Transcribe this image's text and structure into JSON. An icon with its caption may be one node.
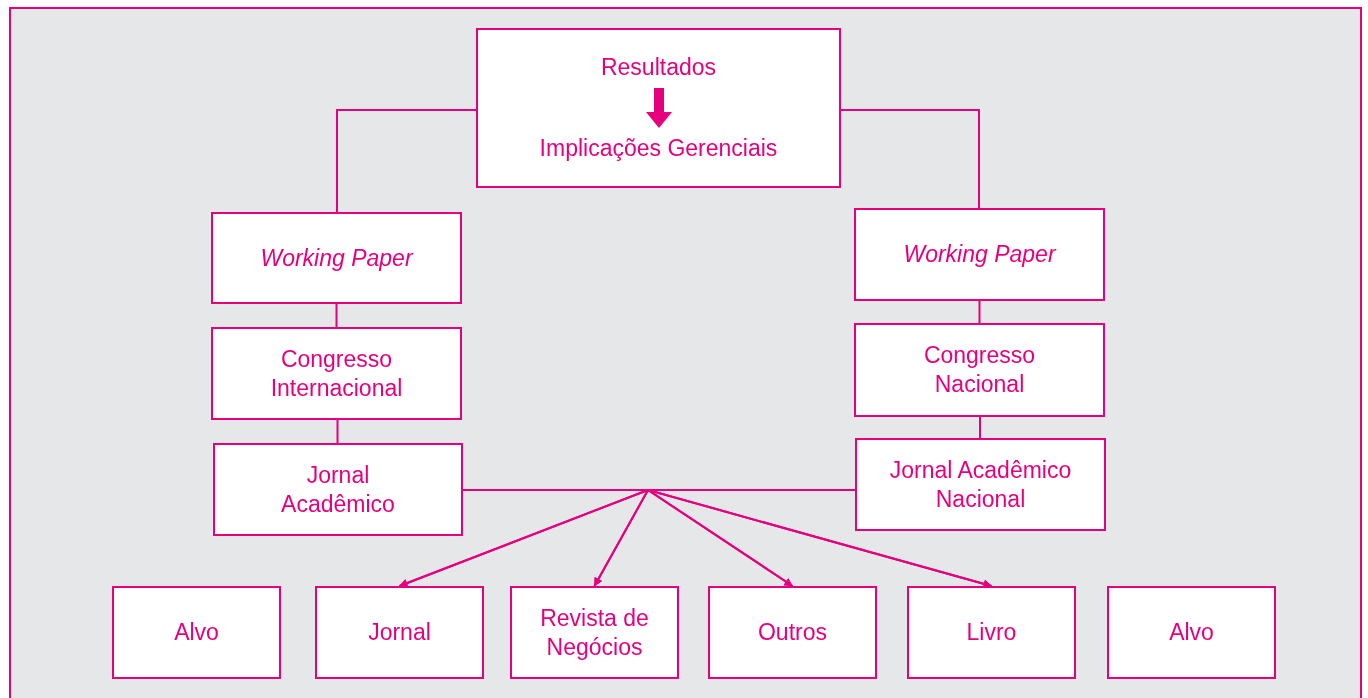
{
  "diagram": {
    "nodes": [
      {
        "text": [
          "Resultados",
          "Implicações Gerenciais"
        ]
      },
      {
        "text": [
          "Working Paper"
        ]
      },
      {
        "text": [
          "Congresso Internacional"
        ]
      },
      {
        "text": [
          "Jornal Acadêmico"
        ]
      },
      {
        "text": [
          "Working Paper"
        ]
      },
      {
        "text": [
          "Congresso Nacional"
        ]
      },
      {
        "text": [
          "Jornal Acadêmico Nacional"
        ]
      },
      {
        "text": [
          "Alvo"
        ]
      },
      {
        "text": [
          "Jornal"
        ]
      },
      {
        "text": [
          "Revista de Negócios"
        ]
      },
      {
        "text": [
          "Outros"
        ]
      },
      {
        "text": [
          "Livro"
        ]
      },
      {
        "text": [
          "Alvo"
        ]
      }
    ],
    "edges": [
      {
        "from": 0,
        "to": 1,
        "arrow": "none"
      },
      {
        "from": 1,
        "to": 2,
        "arrow": "none"
      },
      {
        "from": 2,
        "to": 3,
        "arrow": "none"
      },
      {
        "from": 0,
        "to": 4,
        "arrow": "none"
      },
      {
        "from": 4,
        "to": 5,
        "arrow": "none"
      },
      {
        "from": 5,
        "to": 6,
        "arrow": "none"
      },
      {
        "from": 3,
        "to": 8,
        "arrow": "to"
      },
      {
        "from": 3,
        "to": 9,
        "arrow": "to"
      },
      {
        "from": 3,
        "to": 10,
        "arrow": "to"
      },
      {
        "from": 3,
        "to": 11,
        "arrow": "to"
      },
      {
        "from": 6,
        "to": 8,
        "arrow": "to"
      },
      {
        "from": 6,
        "to": 9,
        "arrow": "to"
      },
      {
        "from": 6,
        "to": 10,
        "arrow": "to"
      },
      {
        "from": 6,
        "to": 11,
        "arrow": "to"
      }
    ]
  }
}
